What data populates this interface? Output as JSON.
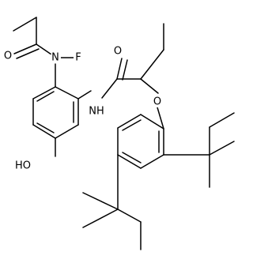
{
  "diagram": {
    "type": "skeletal-structure",
    "atom_labels": {
      "carbonyl_oxygen_left": "O",
      "amide_nitrogen": "N",
      "fluorine": "F",
      "carbonyl_oxygen_right": "O",
      "amide_nh": "NH",
      "ether_oxygen": "O",
      "hydroxyl": "HO"
    },
    "colors": {
      "bond": "#000000",
      "label": "#000000",
      "background": "#ffffff"
    }
  }
}
